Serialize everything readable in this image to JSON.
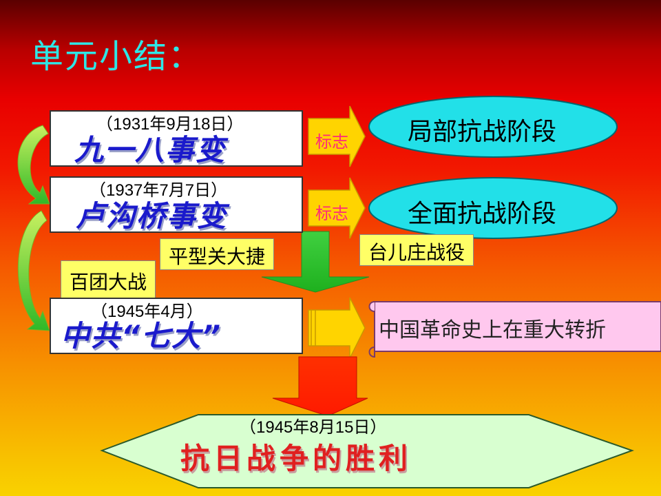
{
  "title": "单元小结：",
  "events": [
    {
      "date": "（1931年9月18日）",
      "name": "九一八事变",
      "tag": "标志",
      "stage": "局部抗战阶段"
    },
    {
      "date": "（1937年7月7日）",
      "name": "卢沟桥事变",
      "tag": "标志",
      "stage": "全面抗战阶段"
    },
    {
      "date": "（1945年4月）",
      "name": "中共“七大”",
      "outcome": "中国革命史上在重大转折"
    }
  ],
  "battles": {
    "pingxingguan": "平型关大捷",
    "taierzhuang": "台儿庄战役",
    "baituan": "百团大战"
  },
  "victory": {
    "date": "（1945年8月15日）",
    "name": "抗日战争的胜利"
  },
  "colors": {
    "title": "#2ee6e6",
    "event_text": "#1a1acc",
    "stage_oval": "#22e0e8",
    "arrow_yellow": "#ffd400",
    "arrow_green": "#4ad02a",
    "arrow_red": "#ff2200",
    "label_bg": "#ffff66",
    "scroll_bg": "#ffc8ee",
    "victory_bg": "#d8ffd0",
    "victory_text": "#e02020",
    "tag_text": "#ff2a7a"
  }
}
